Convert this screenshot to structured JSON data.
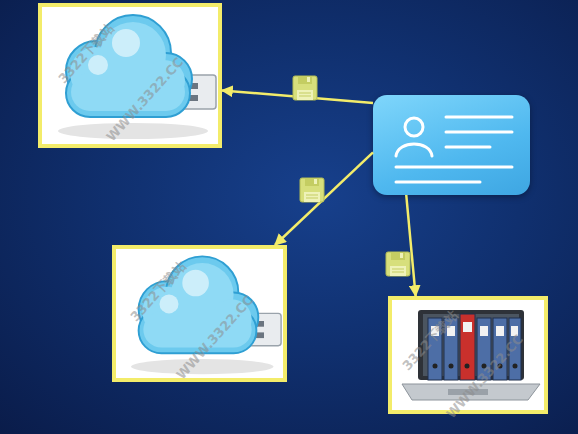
{
  "diagram": {
    "nodes": [
      {
        "text": []
      },
      {
        "text": [
          "3322下载站",
          "WWW.3322.CC"
        ]
      },
      {
        "text": [
          "3322下载站",
          "WWW.3322.CC"
        ]
      },
      {
        "text": [
          "3322下载站",
          "WWW.3322.CC"
        ]
      }
    ],
    "edges": [
      {
        "from": 0,
        "to": 1,
        "arrow": "to"
      },
      {
        "from": 0,
        "to": 2,
        "arrow": "to"
      },
      {
        "from": 0,
        "to": 3,
        "arrow": "to"
      }
    ]
  }
}
